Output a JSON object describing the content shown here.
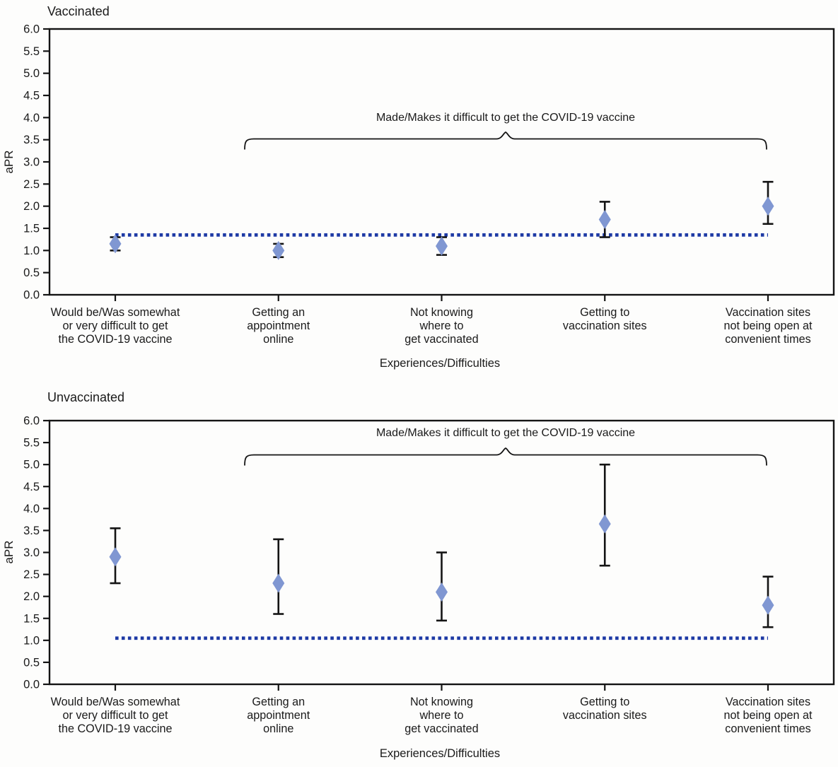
{
  "figure": {
    "background": "#fdfdfc",
    "text_color": "#1a1a1a",
    "axis_color": "#141414",
    "error_bar_color": "#141414",
    "marker_color": "#8097d2",
    "ref_line_color": "#1e3aa5"
  },
  "chart_data": [
    {
      "type": "scatter",
      "panel_title": "Vaccinated",
      "ylabel": "aPR",
      "xlabel": "Experiences/Difficulties",
      "ylim": [
        0.0,
        6.0
      ],
      "ytick_labels": [
        "0.0",
        "0.5",
        "1.0",
        "1.5",
        "2.0",
        "2.5",
        "3.0",
        "3.5",
        "4.0",
        "4.5",
        "5.0",
        "5.5",
        "6.0"
      ],
      "grid": false,
      "marker": "diamond",
      "annotation": {
        "text": "Made/Makes it difficult to get the COVID-19 vaccine",
        "spans_categories": [
          1,
          4
        ]
      },
      "reference_line": {
        "style": "dotted",
        "value": 1.35
      },
      "categories": [
        [
          "Would be/Was somewhat",
          "or very difficult to get",
          "the COVID-19 vaccine"
        ],
        [
          "Getting an",
          "appointment",
          "online"
        ],
        [
          "Not knowing",
          "where to",
          "get vaccinated"
        ],
        [
          "Getting to",
          "vaccination sites"
        ],
        [
          "Vaccination sites",
          "not being open at",
          "convenient times"
        ]
      ],
      "series": [
        {
          "name": "aPR",
          "values": [
            1.15,
            1.0,
            1.1,
            1.7,
            2.0
          ],
          "ci_low": [
            1.0,
            0.85,
            0.9,
            1.3,
            1.6
          ],
          "ci_high": [
            1.3,
            1.15,
            1.3,
            2.1,
            2.55
          ]
        }
      ]
    },
    {
      "type": "scatter",
      "panel_title": "Unvaccinated",
      "ylabel": "aPR",
      "xlabel": "Experiences/Difficulties",
      "ylim": [
        0.0,
        6.0
      ],
      "ytick_labels": [
        "0.0",
        "0.5",
        "1.0",
        "1.5",
        "2.0",
        "2.5",
        "3.0",
        "3.5",
        "4.0",
        "4.5",
        "5.0",
        "5.5",
        "6.0"
      ],
      "grid": false,
      "marker": "diamond",
      "annotation": {
        "text": "Made/Makes it difficult to get the COVID-19 vaccine",
        "spans_categories": [
          1,
          4
        ]
      },
      "reference_line": {
        "style": "dotted",
        "value": 1.05
      },
      "categories": [
        [
          "Would be/Was somewhat",
          "or very difficult to get",
          "the COVID-19 vaccine"
        ],
        [
          "Getting an",
          "appointment",
          "online"
        ],
        [
          "Not knowing",
          "where to",
          "get vaccinated"
        ],
        [
          "Getting to",
          "vaccination sites"
        ],
        [
          "Vaccination sites",
          "not being open at",
          "convenient times"
        ]
      ],
      "series": [
        {
          "name": "aPR",
          "values": [
            2.9,
            2.3,
            2.1,
            3.65,
            1.8
          ],
          "ci_low": [
            2.3,
            1.6,
            1.45,
            2.7,
            1.3
          ],
          "ci_high": [
            3.55,
            3.3,
            3.0,
            5.0,
            2.45
          ]
        }
      ]
    }
  ]
}
